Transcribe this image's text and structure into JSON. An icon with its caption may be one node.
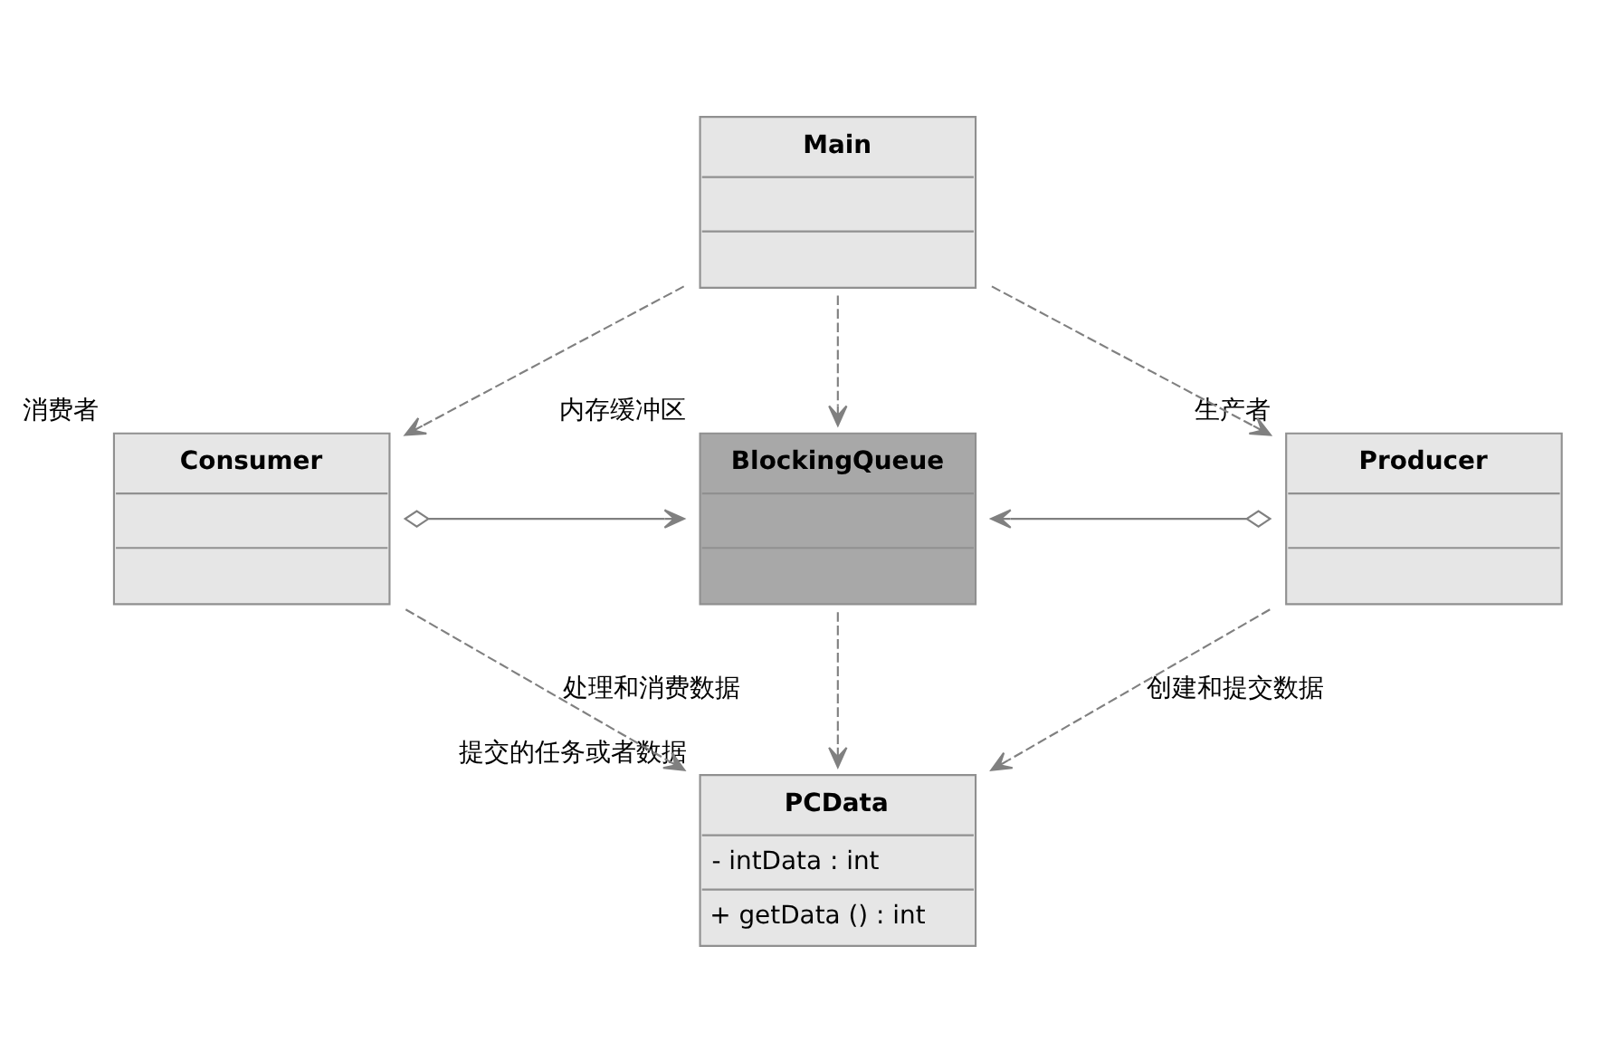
{
  "diagram": {
    "nodes": [
      {
        "text": [
          "Main"
        ]
      },
      {
        "text": [
          "Consumer"
        ],
        "beside": [
          "消费者"
        ]
      },
      {
        "text": [
          "BlockingQueue"
        ],
        "beside": [
          "内存缓冲区"
        ]
      },
      {
        "text": [
          "Producer"
        ],
        "beside": [
          "生产者"
        ]
      },
      {
        "text": [
          "PCData",
          "- intData : int",
          "+ getData () : int"
        ],
        "beside": [
          "提交的任务或者数据"
        ]
      }
    ],
    "edges": [
      {
        "from": 0,
        "to": 1,
        "arrow": "to",
        "style": "dashed"
      },
      {
        "from": 0,
        "to": 2,
        "arrow": "to",
        "style": "dashed"
      },
      {
        "from": 0,
        "to": 3,
        "arrow": "to",
        "style": "dashed"
      },
      {
        "from": 1,
        "to": 2,
        "arrow": "to"
      },
      {
        "from": 3,
        "to": 2,
        "arrow": "to"
      },
      {
        "from": 2,
        "to": 4,
        "arrow": "to",
        "style": "dashed"
      },
      {
        "from": 1,
        "to": 4,
        "arrow": "to",
        "style": "dashed",
        "label": "处理和消费数据"
      },
      {
        "from": 3,
        "to": 4,
        "arrow": "to",
        "style": "dashed",
        "label": "创建和提交数据"
      }
    ]
  }
}
